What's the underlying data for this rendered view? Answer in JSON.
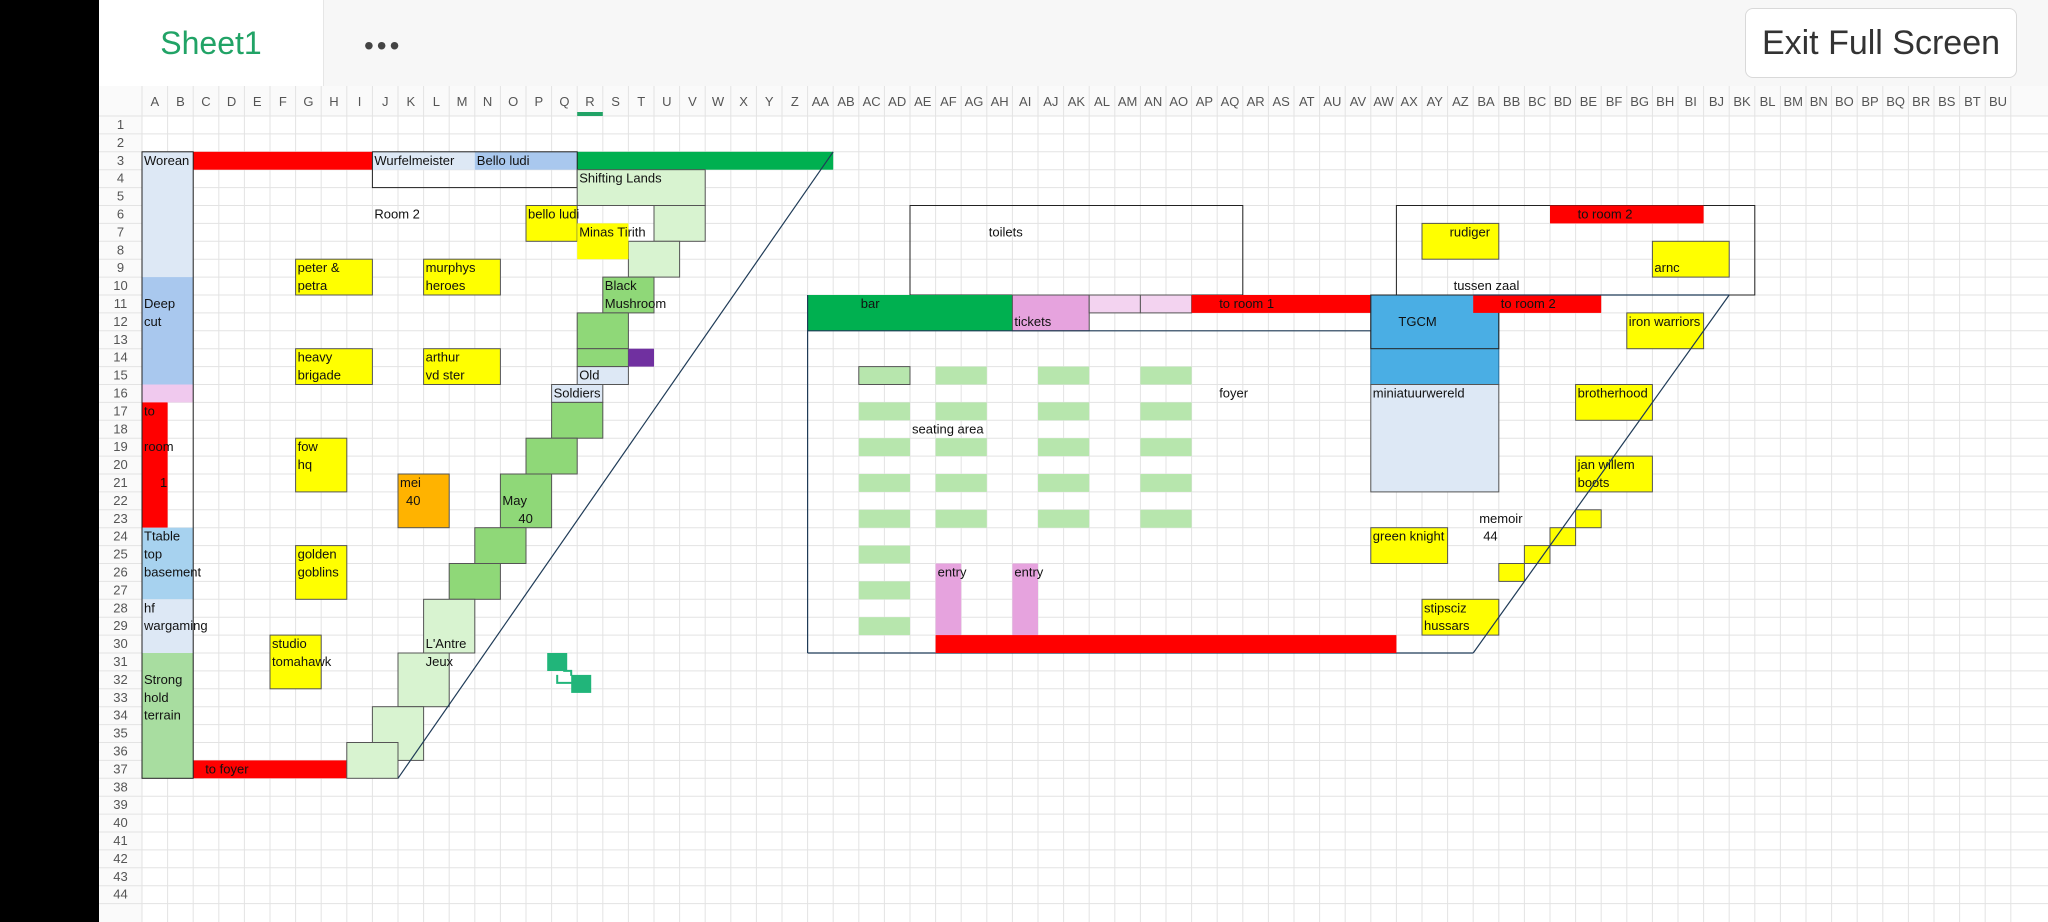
{
  "app": {
    "sheet_tab": "Sheet1",
    "more_label": "•••",
    "exit_label": "Exit Full Screen"
  },
  "columns": [
    "A",
    "B",
    "C",
    "D",
    "E",
    "F",
    "G",
    "H",
    "I",
    "J",
    "K",
    "L",
    "M",
    "N",
    "O",
    "P",
    "Q",
    "R",
    "S",
    "T",
    "U",
    "V",
    "W",
    "X",
    "Y",
    "Z",
    "AA",
    "AB",
    "AC",
    "AD",
    "AE",
    "AF",
    "AG",
    "AH",
    "AI",
    "AJ",
    "AK",
    "AL",
    "AM",
    "AN",
    "AO",
    "AP",
    "AQ",
    "AR",
    "AS",
    "AT",
    "AU",
    "AV",
    "AW",
    "AX",
    "AY",
    "AZ",
    "BA",
    "BB",
    "BC",
    "BD",
    "BE",
    "BF",
    "BG",
    "BH",
    "BI",
    "BJ",
    "BK",
    "BL",
    "BM",
    "BN",
    "BO",
    "BP",
    "BQ",
    "BR",
    "BS",
    "BT",
    "BU"
  ],
  "rows": [
    "1",
    "2",
    "3",
    "4",
    "5",
    "6",
    "7",
    "8",
    "9",
    "10",
    "11",
    "12",
    "13",
    "14",
    "15",
    "16",
    "17",
    "18",
    "19",
    "20",
    "21",
    "22",
    "23",
    "24",
    "25",
    "26",
    "27",
    "28",
    "29",
    "30",
    "31",
    "32",
    "33",
    "34",
    "35",
    "36",
    "37",
    "38",
    "39",
    "40",
    "41",
    "42",
    "43",
    "44"
  ],
  "selected_column": "R",
  "colors": {
    "accent": "#21a366",
    "red": "#ff0000",
    "yellow": "#ffff00",
    "green": "#00b050",
    "light_green": "#d8f3d0",
    "mid_green": "#8fd878",
    "light_blue": "#dde8f5",
    "blue": "#4aaee4",
    "pink": "#e6a3de",
    "orange": "#ffb300",
    "purple": "#7030a0"
  },
  "labels": {
    "worean": "Worean",
    "wurfelmeister": "Wurfelmeister",
    "bello_ludi_top": "Bello ludi",
    "shifting_lands": "Shifting Lands",
    "room2": "Room 2",
    "bello_ludi": "bello ludi",
    "minas_tirith": "Minas Tirith",
    "peter_1": "peter &",
    "peter_2": "petra",
    "murphys_1": "murphys",
    "murphys_2": "heroes",
    "black_1": "Black",
    "black_2": "Mushroom",
    "deep": "Deep",
    "cut": "cut",
    "heavy_1": "heavy",
    "heavy_2": "brigade",
    "arthur_1": "arthur",
    "arthur_2": "vd ster",
    "old": "Old",
    "soldiers": "Soldiers",
    "to": "to",
    "room": "room",
    "one": "1",
    "fow_1": "fow",
    "fow_2": "hq",
    "mei": "mei",
    "mei_num": "40",
    "may": "May",
    "may_num": "40",
    "ttable": "Ttable",
    "top": "top",
    "basement": "basement",
    "golden_1": "golden",
    "golden_2": "goblins",
    "hf": "hf",
    "wargaming": "wargaming",
    "studio_1": "studio",
    "studio_2": "tomahawk",
    "lantre_1": "L'Antre",
    "lantre_2": "Jeux",
    "strong_1": "Strong",
    "strong_2": "hold",
    "strong_3": "terrain",
    "to_foyer": "to     foyer",
    "toilets": "toilets",
    "bar": "bar",
    "tickets": "tickets",
    "to_room1": "to room 1",
    "foyer": "foyer",
    "seating_area": "seating area",
    "entry": "entry",
    "rudiger": "rudiger",
    "to_room2_top": "to room 2",
    "arnc": "arnc",
    "tussen_zaal": "tussen zaal",
    "tgcm": "TGCM",
    "to_room2": "to room 2",
    "iron_warriors": "iron warriors",
    "miniatuurwereld": "miniatuurwereld",
    "brotherhood": "brotherhood",
    "jan_1": "jan willem",
    "jan_2": "boots",
    "memoir": "memoir",
    "memoir_num": "44",
    "green_knight": "green knight",
    "stipsciz_1": "stipsciz",
    "stipsciz_2": "hussars"
  }
}
